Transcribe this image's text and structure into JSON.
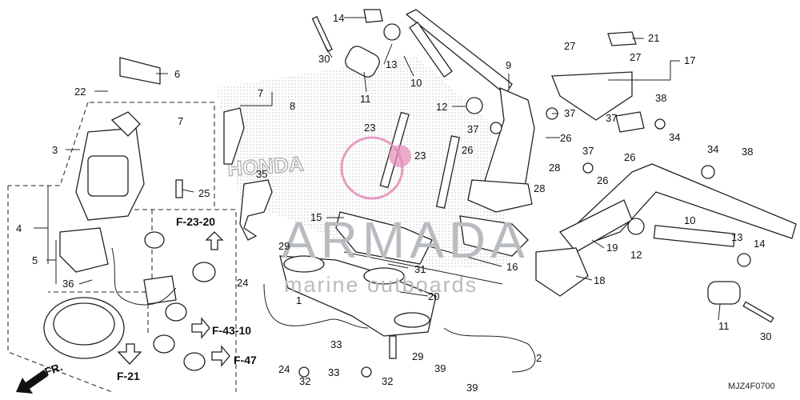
{
  "diagram": {
    "code": "MJZ4F0700",
    "front_label": "FR.",
    "watermark": {
      "line1": "ARMADA",
      "line2": "marine outboards",
      "logo_text": "HONDA"
    },
    "ref_labels": [
      "F-23-20",
      "F-43-10",
      "F-47",
      "F-21"
    ],
    "callouts": [
      "1",
      "2",
      "3",
      "4",
      "5",
      "6",
      "7",
      "7",
      "8",
      "9",
      "10",
      "10",
      "11",
      "11",
      "12",
      "12",
      "13",
      "13",
      "14",
      "14",
      "15",
      "16",
      "17",
      "18",
      "19",
      "20",
      "21",
      "22",
      "23",
      "23",
      "24",
      "24",
      "25",
      "26",
      "26",
      "26",
      "26",
      "27",
      "27",
      "28",
      "28",
      "29",
      "29",
      "30",
      "30",
      "31",
      "32",
      "32",
      "33",
      "33",
      "34",
      "34",
      "35",
      "36",
      "37",
      "37",
      "37",
      "37",
      "38",
      "38",
      "39",
      "39"
    ]
  }
}
